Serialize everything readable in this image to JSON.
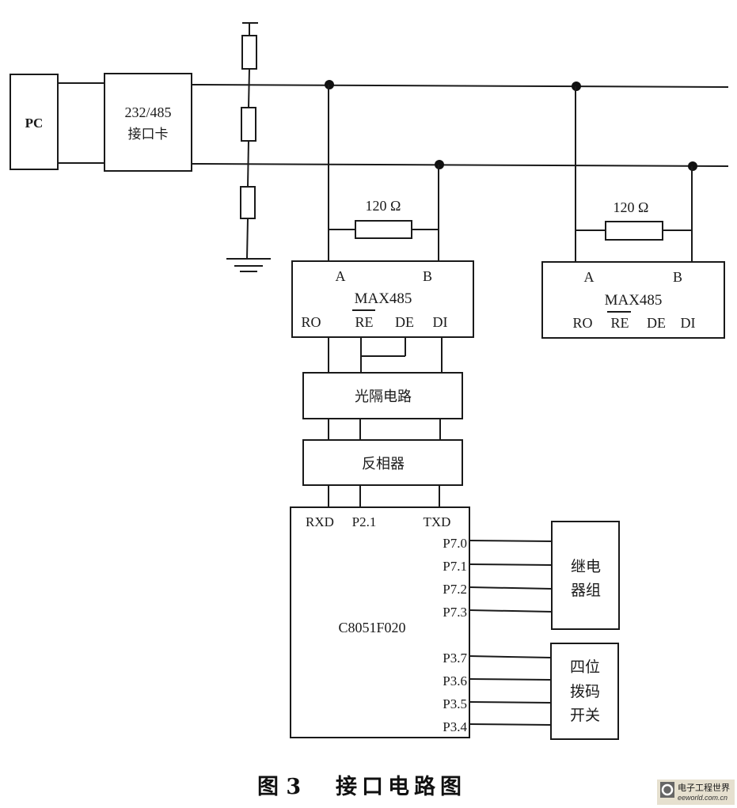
{
  "diagram": {
    "title": "接口电路图",
    "caption": {
      "figure": "图 3",
      "text": "接口电路图"
    },
    "blocks": {
      "pc": "PC",
      "converter": {
        "line1": "232/485",
        "line2": "接口卡"
      },
      "max485_1": {
        "a": "A",
        "b": "B",
        "name": "MAX485",
        "ro": "RO",
        "re": "RE",
        "de": "DE",
        "di": "DI"
      },
      "max485_2": {
        "a": "A",
        "b": "B",
        "name": "MAX485",
        "ro": "RO",
        "re": "RE",
        "de": "DE",
        "di": "DI"
      },
      "terminator_1": "120 Ω",
      "terminator_2": "120 Ω",
      "optocoupler": "光隔电路",
      "inverter": "反相器",
      "mcu": {
        "name": "C8051F020",
        "top_pins": [
          "RXD",
          "P2.1",
          "TXD"
        ],
        "relay_pins": [
          "P7.0",
          "P7.1",
          "P7.2",
          "P7.3"
        ],
        "switch_pins": [
          "P3.7",
          "P3.6",
          "P3.5",
          "P3.4"
        ]
      },
      "relay_group": {
        "line1": "继电",
        "line2": "器组"
      },
      "dip_switch": {
        "line1": "四位",
        "line2": "拨码",
        "line3": "开关"
      }
    },
    "watermark": {
      "cn": "电子工程世界",
      "en": "eeworld.com.cn",
      "accent": "#c0392b"
    }
  }
}
